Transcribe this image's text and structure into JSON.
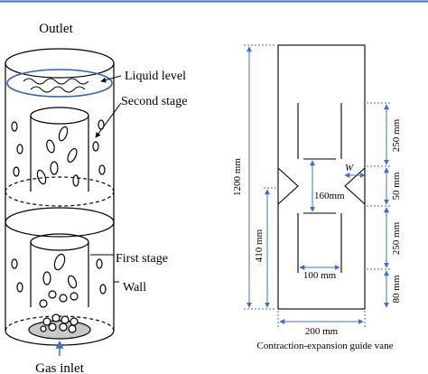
{
  "left_panel": {
    "outlet": "Outlet",
    "liquid_level": "Liquid level",
    "second_stage": "Second stage",
    "first_stage": "First stage",
    "wall": "Wall",
    "gas_inlet": "Gas inlet"
  },
  "right_panel": {
    "dimensions": {
      "total_height": "1200 mm",
      "top_section": "250 mm",
      "w_symbol": "W",
      "gap_160": "160mm",
      "vane_50": "50 mm",
      "height_410": "410 mm",
      "bottom_section": "250 mm",
      "inner_100": "100 mm",
      "base_80": "80 mm",
      "width_200": "200 mm"
    },
    "caption": "Contraction-expansion guide vane"
  },
  "colors": {
    "dimension_lines": "#3a6fd8",
    "outlines": "#000000",
    "liquid_level_ring": "#2f5fc9",
    "inlet_plate": "#c8c8c8"
  }
}
